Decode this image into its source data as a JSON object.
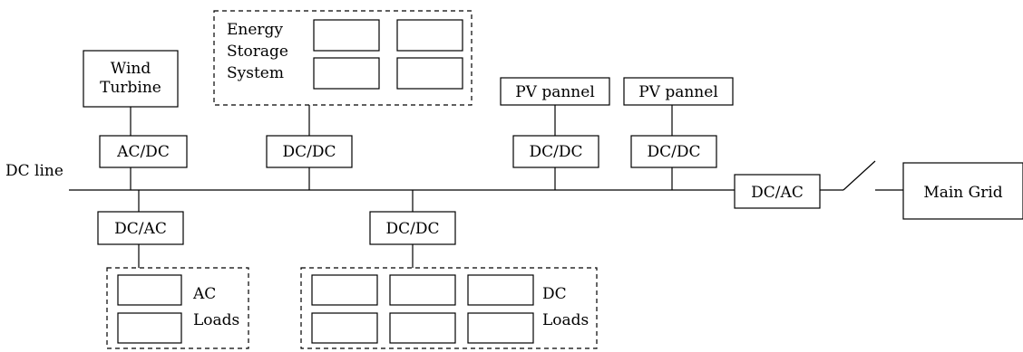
{
  "diagram": {
    "dc_line_label": "DC line",
    "wind_turbine": [
      "Wind",
      "Turbine"
    ],
    "wind_converter": "AC/DC",
    "energy_storage": [
      "Energy",
      "Storage",
      "System"
    ],
    "storage_converter": "DC/DC",
    "pv_panel_1": "PV pannel",
    "pv_converter_1": "DC/DC",
    "pv_panel_2": "PV pannel",
    "pv_converter_2": "DC/DC",
    "grid_inverter": "DC/AC",
    "main_grid": "Main Grid",
    "ac_load_converter": "DC/AC",
    "ac_loads": [
      "AC",
      "Loads"
    ],
    "dc_load_converter": "DC/DC",
    "dc_loads": [
      "DC",
      "Loads"
    ]
  }
}
